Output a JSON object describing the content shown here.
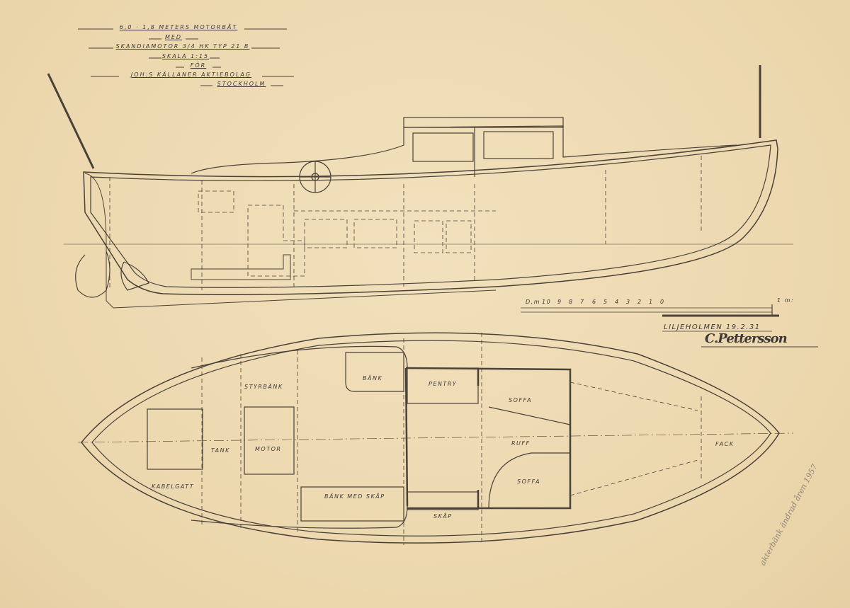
{
  "title_block": {
    "line1": "6,0 · 1,8 METERS MOTORBÅT",
    "line2": "MED",
    "line3": "SKANDIAMOTOR 3/4 HK TYP 21 B",
    "line4": "SKALA 1:15",
    "line5": "FÖR",
    "line6": "JOH:S KÄLLANER AKTIEBOLAG",
    "line7": "STOCKHOLM"
  },
  "scale_bar": {
    "prefix": "D,m",
    "ticks": [
      "10",
      "9",
      "8",
      "7",
      "6",
      "5",
      "4",
      "3",
      "2",
      "1",
      "0"
    ],
    "end_label": "1 m:"
  },
  "place_date": "LILJEHOLMEN 19.2.31",
  "signature": "C.Pettersson",
  "plan_labels": {
    "styrbank": "STYRBÄNK",
    "bank": "BÄNK",
    "pentry": "PENTRY",
    "soffa_top": "SOFFA",
    "tank": "TANK",
    "motor": "MOTOR",
    "ruff": "RUFF",
    "fack": "FACK",
    "kabelgatt": "KABELGATT",
    "soffa_bottom": "SOFFA",
    "bank_med_skap": "BÄNK MED SKÅP",
    "skap": "SKÅP"
  },
  "pencil_note": "akterbänk ändrad åren 1957",
  "colors": {
    "paper": "#efdcb6",
    "ink": "#3e3a3a"
  }
}
